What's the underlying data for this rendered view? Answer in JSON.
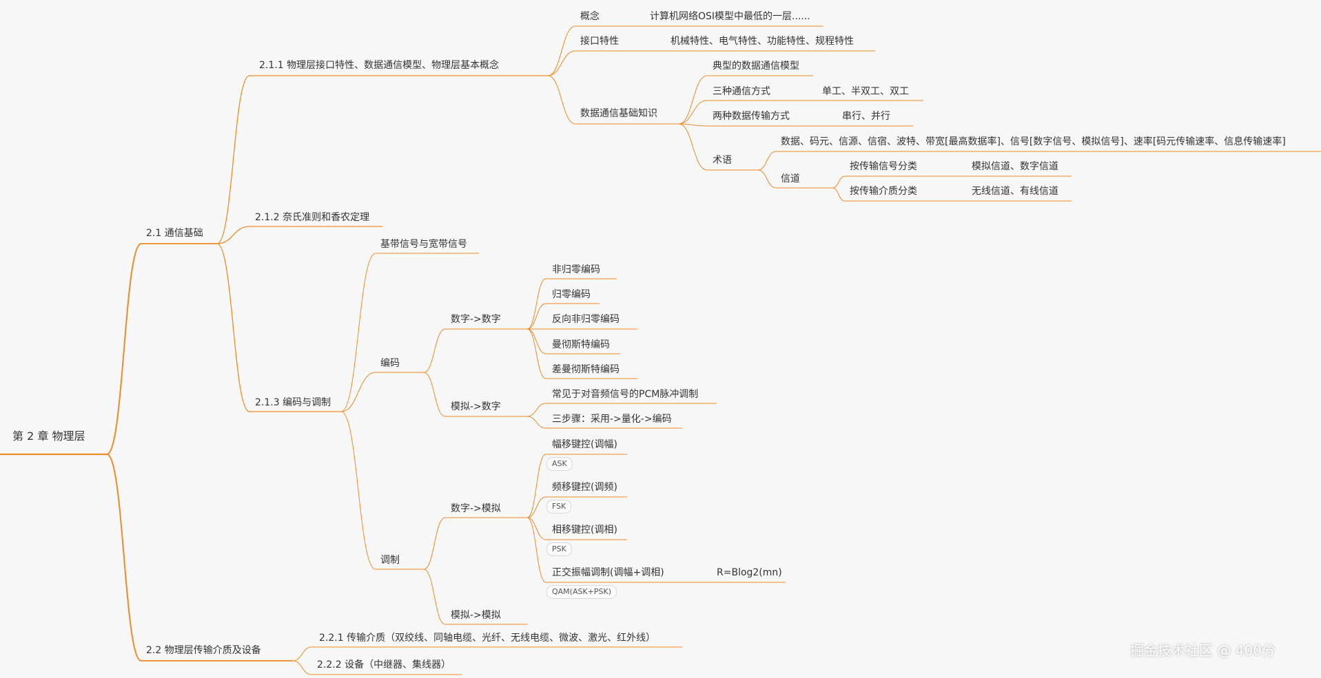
{
  "colors": {
    "edge": "#f08a24",
    "background": "#f7f7f8",
    "text": "#333333"
  },
  "root": "第 2 章 物理层",
  "n21": "2.1 通信基础",
  "n211": "2.1.1 物理层接口特性、数据通信模型、物理层基本概念",
  "n211_concept": "概念",
  "n211_concept_desc": "计算机网络OSI模型中最低的一层......",
  "n211_iface": "接口特性",
  "n211_iface_desc": "机械特性、电气特性、功能特性、规程特性",
  "n211_dc": "数据通信基础知识",
  "n211_dc_model": "典型的数据通信模型",
  "n211_dc_three": "三种通信方式",
  "n211_dc_three_desc": "单工、半双工、双工",
  "n211_dc_two": "两种数据传输方式",
  "n211_dc_two_desc": "串行、并行",
  "n211_dc_terms": "术语",
  "n211_dc_terms_desc": "数据、码元、信源、信宿、波特、带宽[最高数据率]、信号[数字信号、模拟信号]、速率[码元传输速率、信息传输速率]",
  "n211_dc_channel": "信道",
  "n211_dc_channel_sig": "按传输信号分类",
  "n211_dc_channel_sig_desc": "模拟信道、数字信道",
  "n211_dc_channel_med": "按传输介质分类",
  "n211_dc_channel_med_desc": "无线信道、有线信道",
  "n212": "2.1.2 奈氏准则和香农定理",
  "n213": "2.1.3 编码与调制",
  "n213_base": "基带信号与宽带信号",
  "n213_enc": "编码",
  "n213_d2d": "数字->数字",
  "n213_nrz": "非归零编码",
  "n213_rz": "归零编码",
  "n213_nrzi": "反向非归零编码",
  "n213_man": "曼彻斯特编码",
  "n213_dman": "差曼彻斯特编码",
  "n213_a2d": "模拟->数字",
  "n213_pcm": "常见于对音频信号的PCM脉冲调制",
  "n213_steps": "三步骤：采用->量化->编码",
  "n213_mod": "调制",
  "n213_d2a": "数字->模拟",
  "n213_ask": "幅移键控(调幅)",
  "n213_ask_tag": "ASK",
  "n213_fsk": "频移键控(调频)",
  "n213_fsk_tag": "FSK",
  "n213_psk": "相移键控(调相)",
  "n213_psk_tag": "PSK",
  "n213_qam": "正交振幅调制(调幅+调相)",
  "n213_qam_tag": "QAM(ASK+PSK)",
  "n213_qam_formula": "R=Blog2(mn)",
  "n213_a2a": "模拟->模拟",
  "n22": "2.2 物理层传输介质及设备",
  "n221": "2.2.1 传输介质（双绞线、同轴电缆、光纤、无线电缆、微波、激光、红外线）",
  "n222": "2.2.2 设备（中继器、集线器）",
  "watermark": "掘金技术社区 @ 400分"
}
